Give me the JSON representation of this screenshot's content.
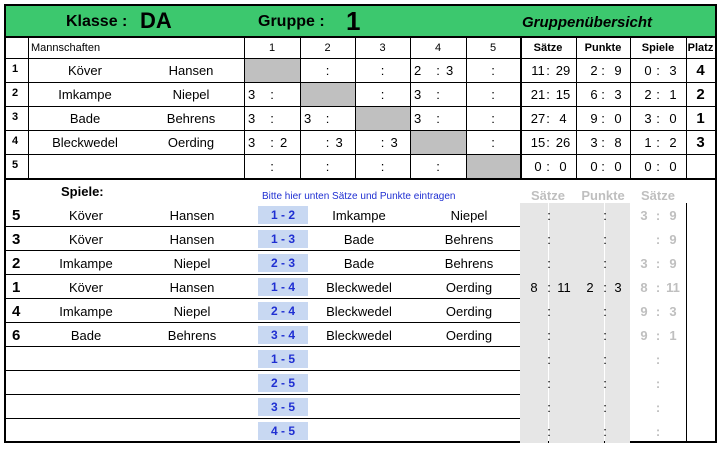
{
  "header": {
    "klasse_label": "Klasse :",
    "klasse_value": "DA",
    "gruppe_label": "Gruppe :",
    "gruppe_value": "1",
    "title": "Gruppenübersicht"
  },
  "table": {
    "teams_header": "Mannschaften",
    "col_numbers": [
      "1",
      "2",
      "3",
      "4",
      "5"
    ],
    "saetze_header": "Sätze",
    "punkte_header": "Punkte",
    "spiele_header": "Spiele",
    "platz_header": "Platz",
    "rows": [
      {
        "nr": "1",
        "p1": "Köver",
        "p2": "Hansen",
        "m": [
          [
            "",
            ""
          ],
          [
            "",
            ""
          ],
          [
            "",
            ""
          ],
          [
            "2",
            "3"
          ],
          [
            "",
            ""
          ]
        ],
        "s1": "11",
        "s2": "29",
        "pu1": "2",
        "pu2": "9",
        "sp1": "0",
        "sp2": "3",
        "platz": "4"
      },
      {
        "nr": "2",
        "p1": "Imkampe",
        "p2": "Niepel",
        "m": [
          [
            "3",
            ""
          ],
          [
            "",
            ""
          ],
          [
            "",
            ""
          ],
          [
            "3",
            ""
          ],
          [
            "",
            ""
          ]
        ],
        "s1": "21",
        "s2": "15",
        "pu1": "6",
        "pu2": "3",
        "sp1": "2",
        "sp2": "1",
        "platz": "2"
      },
      {
        "nr": "3",
        "p1": "Bade",
        "p2": "Behrens",
        "m": [
          [
            "3",
            ""
          ],
          [
            "3",
            ""
          ],
          [
            "",
            ""
          ],
          [
            "3",
            ""
          ],
          [
            "",
            ""
          ]
        ],
        "s1": "27",
        "s2": "4",
        "pu1": "9",
        "pu2": "0",
        "sp1": "3",
        "sp2": "0",
        "platz": "1"
      },
      {
        "nr": "4",
        "p1": "Bleckwedel",
        "p2": "Oerding",
        "m": [
          [
            "3",
            "2"
          ],
          [
            "",
            "3"
          ],
          [
            "",
            "3"
          ],
          [
            "",
            ""
          ],
          [
            "",
            ""
          ]
        ],
        "s1": "15",
        "s2": "26",
        "pu1": "3",
        "pu2": "8",
        "sp1": "1",
        "sp2": "2",
        "platz": "3"
      },
      {
        "nr": "5",
        "p1": "",
        "p2": "",
        "m": [
          [
            "",
            ""
          ],
          [
            "",
            ""
          ],
          [
            "",
            ""
          ],
          [
            "",
            ""
          ],
          [
            "",
            ""
          ]
        ],
        "s1": "0",
        "s2": "0",
        "pu1": "0",
        "pu2": "0",
        "sp1": "0",
        "sp2": "0",
        "platz": ""
      }
    ],
    "row_scores_col2": [
      "3",
      "3",
      "",
      "",
      " "
    ],
    "row_scores_col3": [
      "3",
      "3",
      "",
      "",
      " "
    ]
  },
  "games": {
    "label": "Spiele:",
    "hint": "Bitte hier unten Sätze und Punkte eintragen",
    "saetze_header": "Sätze",
    "punkte_header": "Punkte",
    "saetze2_header": "Sätze",
    "rows": [
      {
        "order": "5",
        "a1": "Köver",
        "a2": "Hansen",
        "pair": "1 - 2",
        "b1": "Imkampe",
        "b2": "Niepel",
        "s1": "",
        "s2": "",
        "p1": "",
        "p2": "",
        "r1": "3",
        "r2": "9"
      },
      {
        "order": "3",
        "a1": "Köver",
        "a2": "Hansen",
        "pair": "1 - 3",
        "b1": "Bade",
        "b2": "Behrens",
        "s1": "",
        "s2": "",
        "p1": "",
        "p2": "",
        "r1": "",
        "r2": "9"
      },
      {
        "order": "2",
        "a1": "Imkampe",
        "a2": "Niepel",
        "pair": "2 - 3",
        "b1": "Bade",
        "b2": "Behrens",
        "s1": "",
        "s2": "",
        "p1": "",
        "p2": "",
        "r1": "3",
        "r2": "9"
      },
      {
        "order": "1",
        "a1": "Köver",
        "a2": "Hansen",
        "pair": "1 - 4",
        "b1": "Bleckwedel",
        "b2": "Oerding",
        "s1": "8",
        "s2": "11",
        "p1": "2",
        "p2": "3",
        "r1": "8",
        "r2": "11"
      },
      {
        "order": "4",
        "a1": "Imkampe",
        "a2": "Niepel",
        "pair": "2 - 4",
        "b1": "Bleckwedel",
        "b2": "Oerding",
        "s1": "",
        "s2": "",
        "p1": "",
        "p2": "",
        "r1": "9",
        "r2": "3"
      },
      {
        "order": "6",
        "a1": "Bade",
        "a2": "Behrens",
        "pair": "3 - 4",
        "b1": "Bleckwedel",
        "b2": "Oerding",
        "s1": "",
        "s2": "",
        "p1": "",
        "p2": "",
        "r1": "9",
        "r2": "1"
      },
      {
        "order": "",
        "a1": "",
        "a2": "",
        "pair": "1 - 5",
        "b1": "",
        "b2": "",
        "s1": "",
        "s2": "",
        "p1": "",
        "p2": "",
        "r1": "",
        "r2": ""
      },
      {
        "order": "",
        "a1": "",
        "a2": "",
        "pair": "2 - 5",
        "b1": "",
        "b2": "",
        "s1": "",
        "s2": "",
        "p1": "",
        "p2": "",
        "r1": "",
        "r2": ""
      },
      {
        "order": "",
        "a1": "",
        "a2": "",
        "pair": "3 - 5",
        "b1": "",
        "b2": "",
        "s1": "",
        "s2": "",
        "p1": "",
        "p2": "",
        "r1": "",
        "r2": ""
      },
      {
        "order": "",
        "a1": "",
        "a2": "",
        "pair": "4 - 5",
        "b1": "",
        "b2": "",
        "s1": "",
        "s2": "",
        "p1": "",
        "p2": "",
        "r1": "",
        "r2": ""
      }
    ]
  }
}
